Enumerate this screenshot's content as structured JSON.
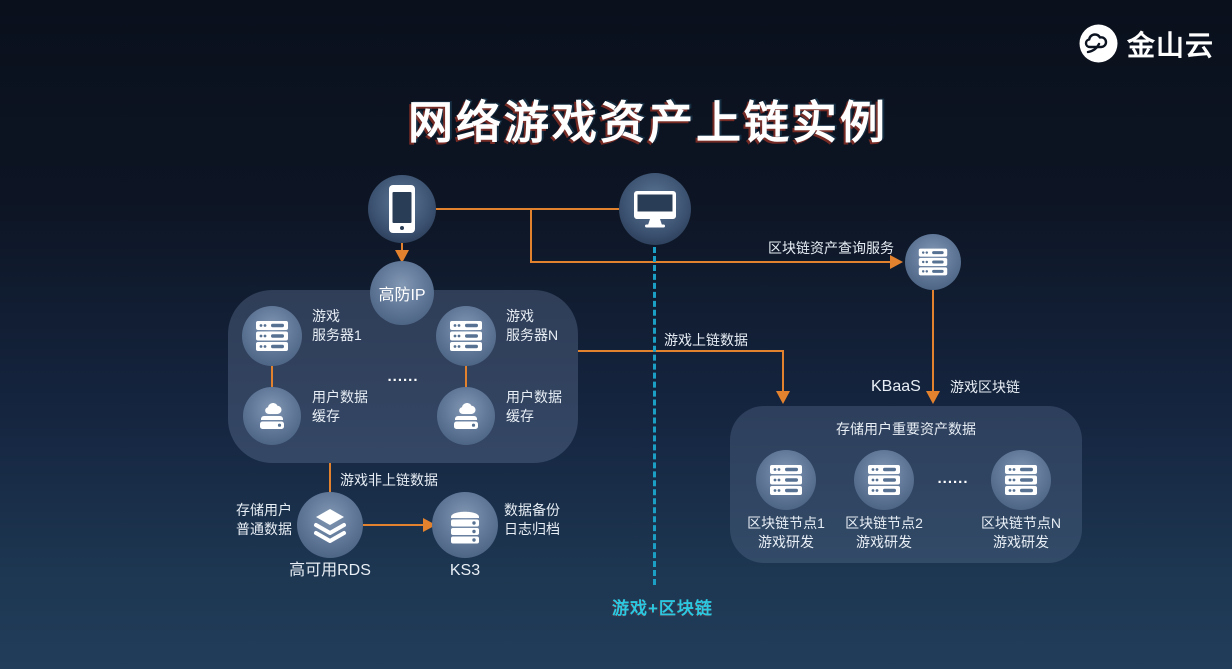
{
  "page": {
    "title": "网络游戏资产上链实例"
  },
  "logo": {
    "name": "金山云"
  },
  "flow": {
    "gaofang_ip": "高防IP",
    "query_service": "区块链资产查询服务",
    "kbaas": "KBaaS",
    "game_blockchain": "游戏区块链",
    "game_onchain": "游戏上链数据",
    "game_offchain": "游戏非上链数据",
    "store_normal_l1": "存储用户",
    "store_normal_l2": "普通数据",
    "rds_label": "高可用RDS",
    "ks3_label": "KS3",
    "backup_l1": "数据备份",
    "backup_l2": "日志归档",
    "bottom_label": "游戏+区块链"
  },
  "left_box": {
    "ellipsis": "......",
    "server1_l1": "游戏",
    "server1_l2": "服务器1",
    "serverN_l1": "游戏",
    "serverN_l2": "服务器N",
    "cache1_l1": "用户数据",
    "cache1_l2": "缓存",
    "cacheN_l1": "用户数据",
    "cacheN_l2": "缓存"
  },
  "right_box": {
    "title": "存储用户重要资产数据",
    "ellipsis": "......",
    "nodes": [
      {
        "line1": "区块链节点1",
        "line2": "游戏研发"
      },
      {
        "line1": "区块链节点2",
        "line2": "游戏研发"
      },
      {
        "line1": "区块链节点N",
        "line2": "游戏研发"
      }
    ]
  },
  "colors": {
    "accent_orange": "#E2822E",
    "accent_cyan": "#2CC8E0",
    "bg_top": "#0A101C",
    "bg_bottom": "#213D5A"
  }
}
